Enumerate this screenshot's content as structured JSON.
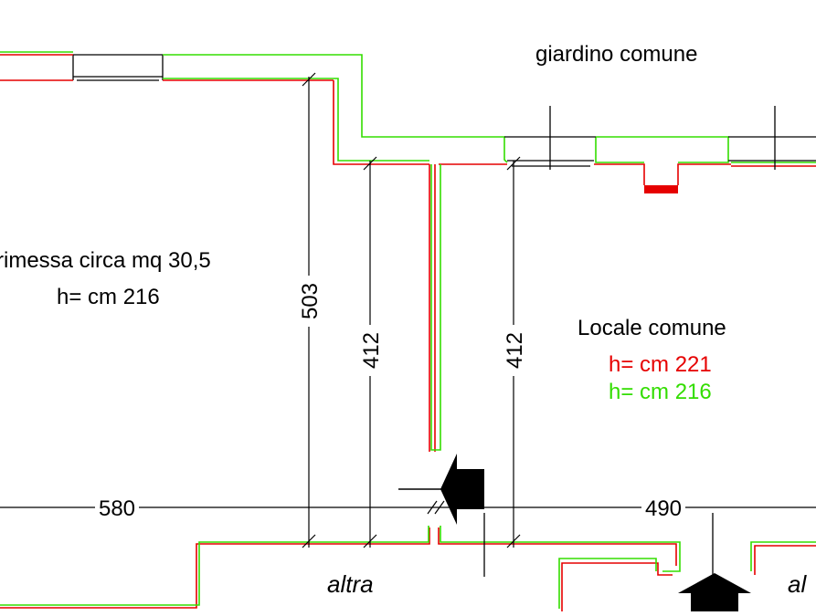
{
  "labels": {
    "garden": "giardino comune",
    "room_left_name": "rimessa circa mq 30,5",
    "room_left_height": "h= cm 216",
    "room_right_name": "Locale comune",
    "room_right_height_red": "h= cm 221",
    "room_right_height_green": "h= cm 216",
    "other_left": "altra",
    "other_right": "al"
  },
  "dimensions": {
    "d503": "503",
    "d412_left": "412",
    "d412_right": "412",
    "d580": "580",
    "d490": "490"
  },
  "colors": {
    "red_line": "#e60000",
    "green_line": "#33dd00",
    "black_line": "#000000",
    "red_text": "#e60000",
    "green_text": "#33dd00"
  }
}
